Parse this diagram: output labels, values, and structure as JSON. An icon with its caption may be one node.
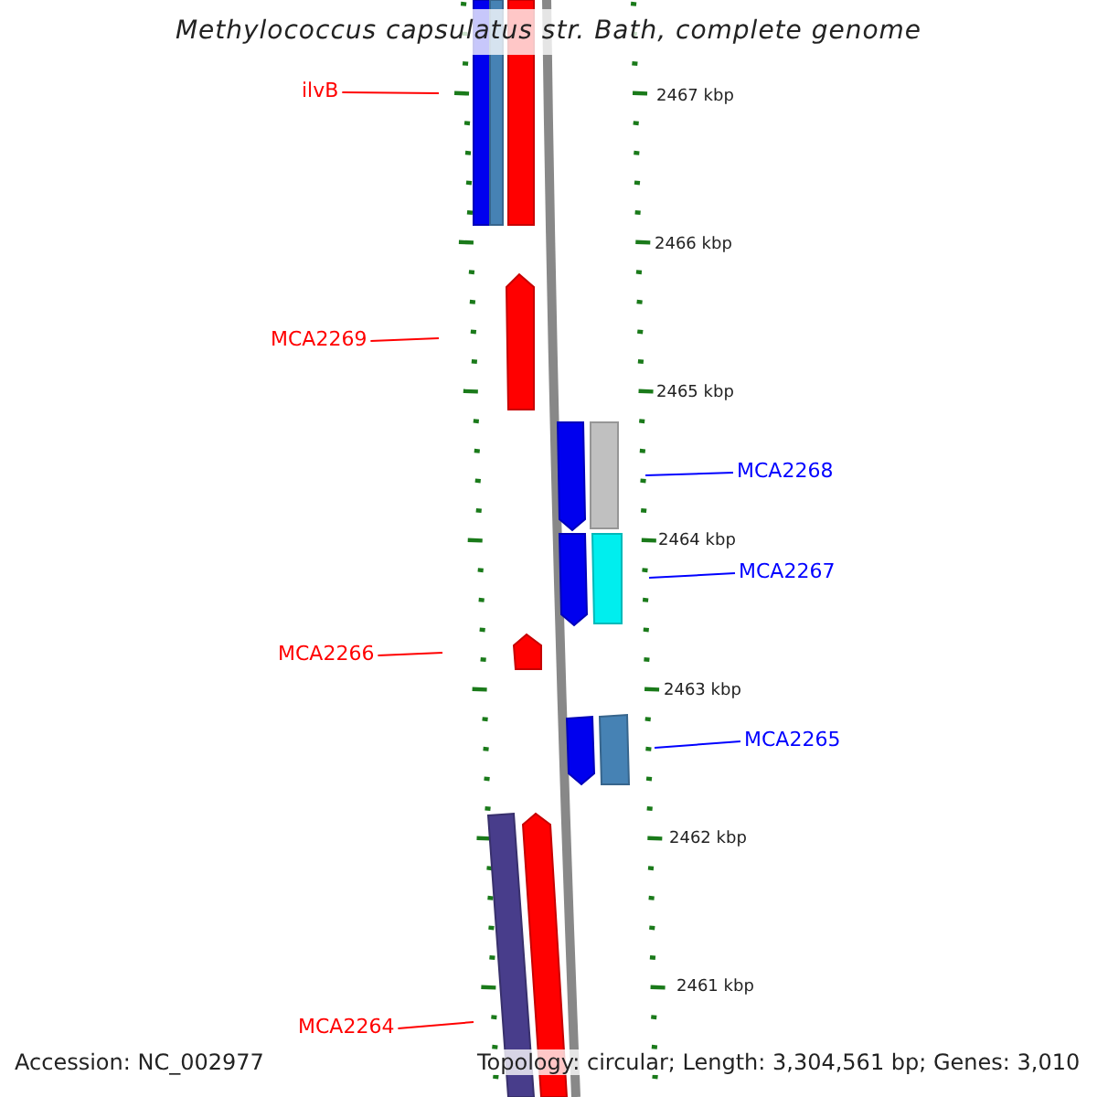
{
  "diagram": {
    "title": "Methylococcus capsulatus str. Bath, complete genome",
    "nodes": [
      {
        "text": [
          "ilvB"
        ]
      },
      {
        "text": [
          "MCA2269"
        ]
      },
      {
        "text": [
          "MCA2268"
        ]
      },
      {
        "text": [
          "MCA2267"
        ]
      },
      {
        "text": [
          "MCA2266"
        ]
      },
      {
        "text": [
          "MCA2265"
        ]
      },
      {
        "text": [
          "MCA2264"
        ]
      }
    ],
    "edges": [
      {
        "from": 0,
        "to": null,
        "arrow": "none"
      },
      {
        "from": 1,
        "to": null,
        "arrow": "none"
      },
      {
        "from": 2,
        "to": null,
        "arrow": "none",
        "color": "#0000ff"
      },
      {
        "from": 3,
        "to": null,
        "arrow": "none",
        "color": "#0000ff"
      },
      {
        "from": 4,
        "to": null,
        "arrow": "none"
      },
      {
        "from": 5,
        "to": null,
        "arrow": "none",
        "color": "#0000ff"
      },
      {
        "from": 6,
        "to": null,
        "arrow": "none"
      }
    ],
    "labels": [
      "2467 kbp",
      "2466 kbp",
      "2465 kbp",
      "2464 kbp",
      "2463 kbp",
      "2462 kbp",
      "2461 kbp",
      "Accession: NC_002977",
      "Topology: circular; Length: 3,304,561 bp; Genes: 3,010"
    ]
  }
}
